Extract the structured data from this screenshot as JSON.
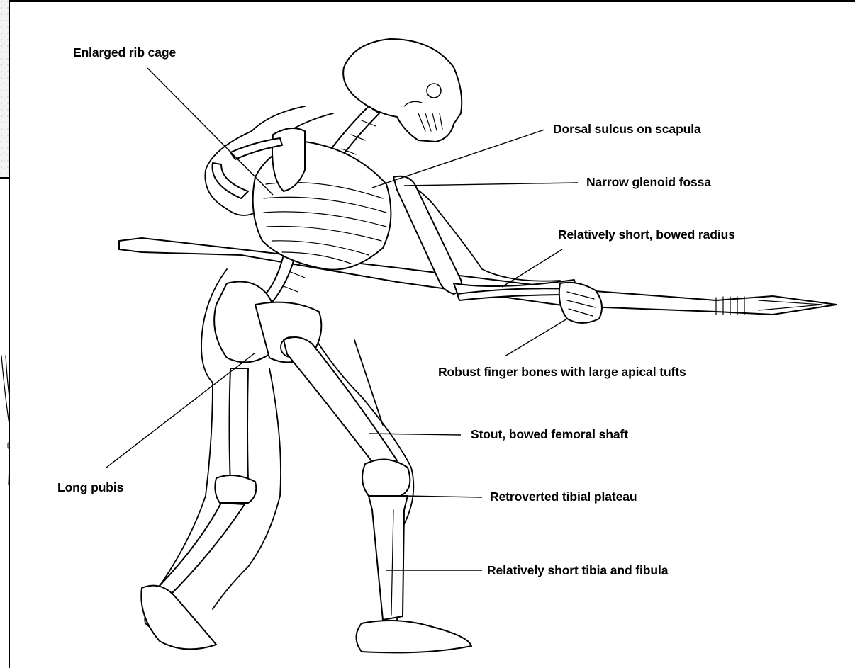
{
  "labels": {
    "rib_cage": "Enlarged rib cage",
    "dorsal_sulcus": "Dorsal sulcus on scapula",
    "glenoid": "Narrow glenoid fossa",
    "radius": "Relatively short, bowed radius",
    "finger_bones": "Robust finger bones with large apical tufts",
    "femoral_shaft": "Stout, bowed femoral shaft",
    "pubis": "Long pubis",
    "tibial_plateau": "Retroverted tibial plateau",
    "tibia_fibula": "Relatively short tibia and fibula"
  }
}
